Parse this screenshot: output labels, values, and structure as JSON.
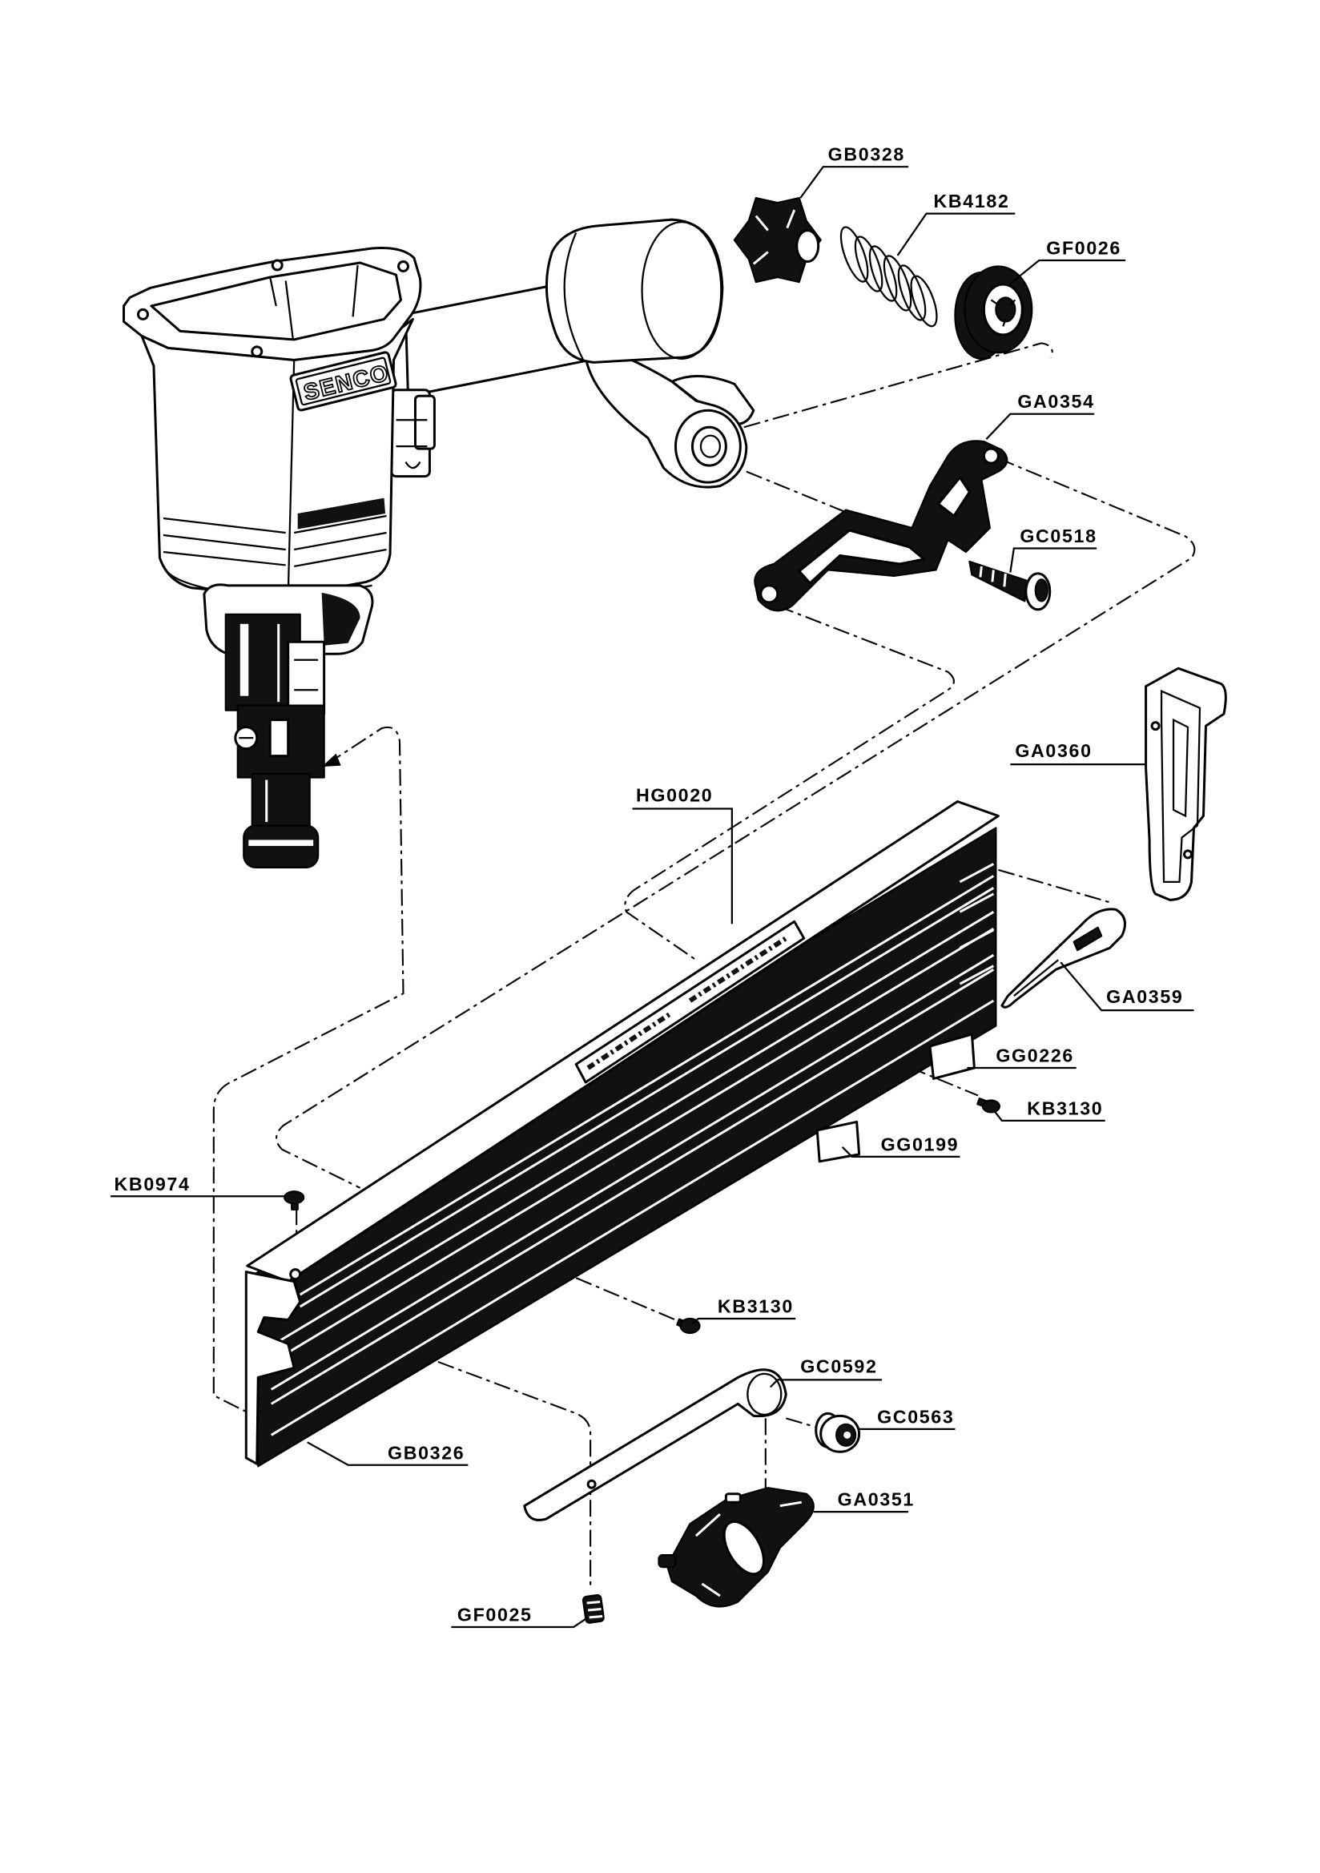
{
  "diagram": {
    "logo_text": "SENCO",
    "part_numbers": [
      "GB0328",
      "KB4182",
      "GF0026",
      "GA0354",
      "GC0518",
      "GA0360",
      "HG0020",
      "GA0359",
      "GG0226",
      "KB3130",
      "GG0199",
      "KB0974",
      "KB3130",
      "GC0592",
      "GC0563",
      "GB0326",
      "GA0351",
      "GF0025"
    ]
  },
  "colors": {
    "ink": "#000000",
    "background": "#ffffff"
  }
}
